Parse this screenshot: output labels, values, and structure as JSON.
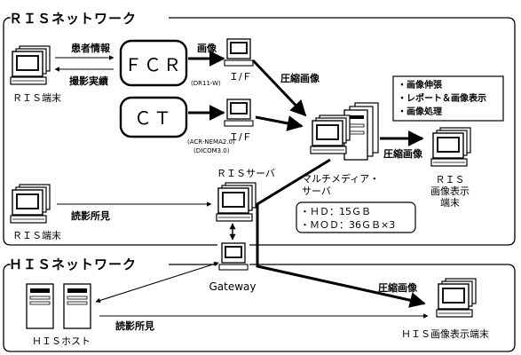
{
  "ris_network": {
    "title": "ＲＩＳネットワーク",
    "ris_terminal_1": {
      "label": "ＲＩＳ端末",
      "send_label": "患者情報",
      "receive_label": "撮影実績"
    },
    "fcr": {
      "label": "ＦＣＲ",
      "image_label": "画像",
      "if_label": "Ｉ/Ｆ",
      "if_spec": "(DR11-W)"
    },
    "ct": {
      "label": "ＣＴ",
      "if_label": "Ｉ/Ｆ",
      "if_spec_1": "(ACR-NEMA2.0)",
      "if_spec_2": "(DICOM3.0)"
    },
    "compressed_label_upper": "圧縮画像",
    "multimedia_server": {
      "label_line1": "マルチメディア・",
      "label_line2": "サーバ",
      "spec_hd": "・ＨＤ：15ＧＢ",
      "spec_mod": "・ＭＯＤ：36ＧＢ×3"
    },
    "compressed_label_to_display": "圧縮画像",
    "functions": [
      "・画像伸張",
      "・レポート＆画像表示",
      "・画像処理"
    ],
    "ris_display_terminal": {
      "line1": "ＲＩＳ",
      "line2": "画像表示",
      "line3": "端末"
    },
    "ris_terminal_2": {
      "label": "ＲＩＳ端末",
      "report_label": "読影所見"
    },
    "ris_server": {
      "label": "ＲＩＳサーバ"
    }
  },
  "gateway": {
    "label": "Gateway"
  },
  "his_network": {
    "title": "ＨＩＳネットワーク",
    "his_host": {
      "label": "ＨＩＳホスト",
      "report_label": "読影所見"
    },
    "compressed_label": "圧縮画像",
    "his_display_terminal": {
      "label": "ＨＩＳ画像表示端末"
    }
  }
}
